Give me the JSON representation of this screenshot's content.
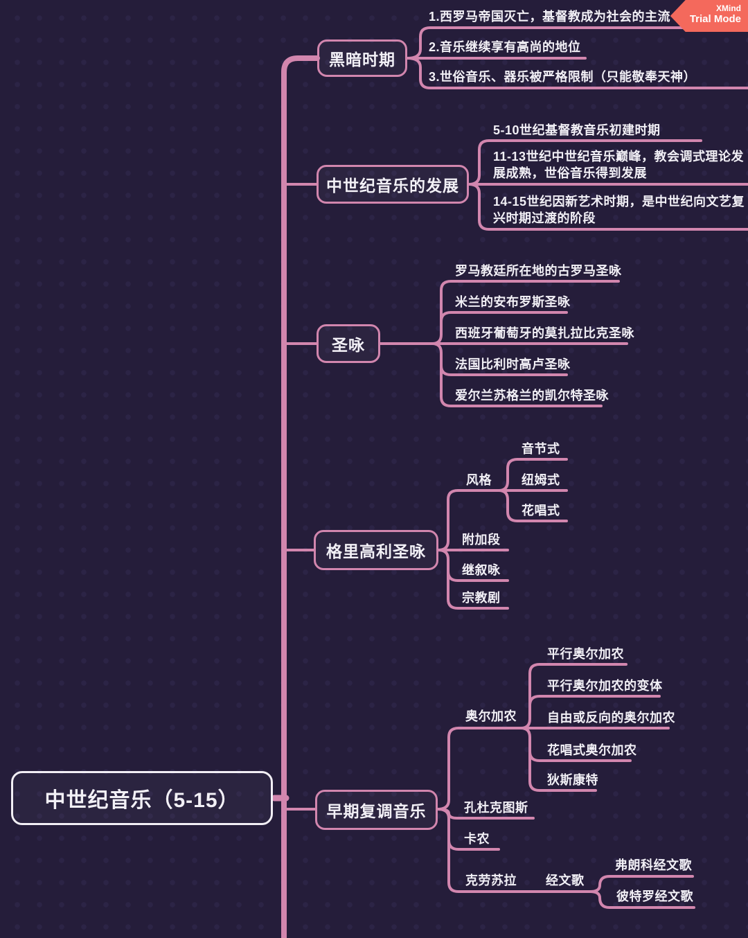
{
  "app": {
    "badge_line1": "XMind",
    "badge_line2": "Trial Mode"
  },
  "colors": {
    "background": "#251d3a",
    "dot_grid": "#2c2446",
    "line_pink": "#d286ae",
    "text": "#f2f0f6",
    "badge": "#f4695c",
    "root_border": "#f2eff5"
  },
  "root": {
    "label": "中世纪音乐（5-15）"
  },
  "branches": [
    {
      "label": "黑暗时期",
      "children": [
        {
          "label": "1.西罗马帝国灭亡，基督教成为社会的主流"
        },
        {
          "label": "2.音乐继续享有高尚的地位"
        },
        {
          "label": "3.世俗音乐、器乐被严格限制（只能敬奉天神）"
        }
      ]
    },
    {
      "label": "中世纪音乐的发展",
      "children": [
        {
          "label": "5-10世纪基督教音乐初建时期"
        },
        {
          "label": "11-13世纪中世纪音乐巅峰，教会调式理论发展成熟，世俗音乐得到发展"
        },
        {
          "label": "14-15世纪因新艺术时期，是中世纪向文艺复兴时期过渡的阶段"
        }
      ]
    },
    {
      "label": "圣咏",
      "children": [
        {
          "label": "罗马教廷所在地的古罗马圣咏"
        },
        {
          "label": "米兰的安布罗斯圣咏"
        },
        {
          "label": "西班牙葡萄牙的莫扎拉比克圣咏"
        },
        {
          "label": "法国比利时高卢圣咏"
        },
        {
          "label": "爱尔兰苏格兰的凯尔特圣咏"
        }
      ]
    },
    {
      "label": "格里高利圣咏",
      "children": [
        {
          "label": "风格",
          "children": [
            {
              "label": "音节式"
            },
            {
              "label": "纽姆式"
            },
            {
              "label": "花唱式"
            }
          ]
        },
        {
          "label": "附加段"
        },
        {
          "label": "继叙咏"
        },
        {
          "label": "宗教剧"
        }
      ]
    },
    {
      "label": "早期复调音乐",
      "children": [
        {
          "label": "奥尔加农",
          "children": [
            {
              "label": "平行奥尔加农"
            },
            {
              "label": "平行奥尔加农的变体"
            },
            {
              "label": "自由或反向的奥尔加农"
            },
            {
              "label": "花唱式奥尔加农"
            },
            {
              "label": "狄斯康特"
            }
          ]
        },
        {
          "label": "孔杜克图斯"
        },
        {
          "label": "卡农"
        },
        {
          "label": "克劳苏拉",
          "children": [
            {
              "label": "经文歌",
              "children": [
                {
                  "label": "弗朗科经文歌"
                },
                {
                  "label": "彼特罗经文歌"
                }
              ]
            }
          ]
        }
      ]
    }
  ]
}
